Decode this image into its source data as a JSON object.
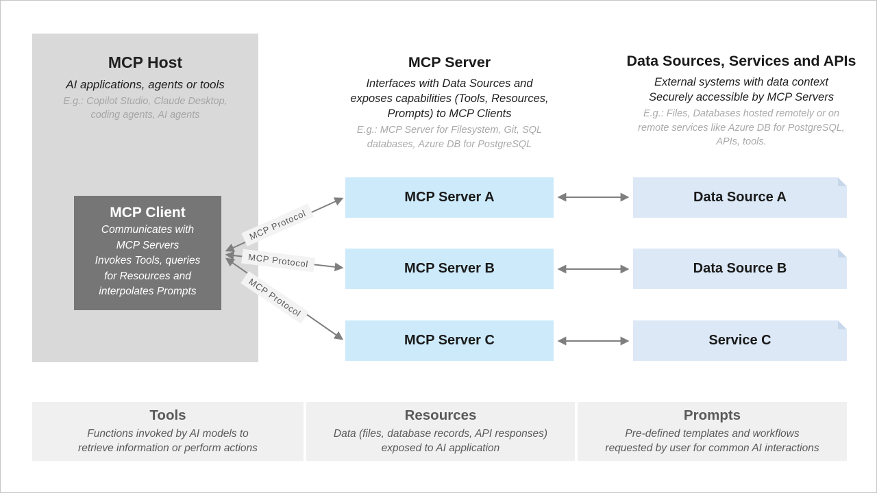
{
  "host": {
    "title": "MCP Host",
    "subtitle": "AI applications, agents or tools",
    "example_lines": [
      "E.g.: Copilot Studio, Claude Desktop,",
      "coding agents, AI agents"
    ],
    "client": {
      "title": "MCP Client",
      "body_lines": [
        "Communicates with",
        "MCP Servers",
        "Invokes Tools, queries",
        "for Resources and",
        "interpolates Prompts"
      ]
    }
  },
  "server_column": {
    "title": "MCP Server",
    "subtitle_lines": [
      "Interfaces with Data Sources and",
      "exposes capabilities (Tools, Resources,",
      "Prompts) to MCP Clients"
    ],
    "example_lines": [
      "E.g.: MCP Server for Filesystem, Git, SQL",
      "databases, Azure DB for PostgreSQL"
    ],
    "boxes": [
      "MCP Server A",
      "MCP Server B",
      "MCP Server C"
    ]
  },
  "datasource_column": {
    "title": "Data Sources, Services and APIs",
    "subtitle_lines": [
      "External systems with data context",
      "Securely accessible by MCP Servers"
    ],
    "example_lines": [
      "E.g.: Files, Databases hosted remotely or on",
      "remote services like Azure DB for PostgreSQL,",
      "APIs, tools."
    ],
    "boxes": [
      "Data Source A",
      "Data Source B",
      "Service C"
    ]
  },
  "protocol_labels": [
    "MCP Protocol",
    "MCP Protocol",
    "MCP Protocol"
  ],
  "bottom_panels": [
    {
      "title": "Tools",
      "body_lines": [
        "Functions invoked by AI models to",
        "retrieve information or perform actions"
      ]
    },
    {
      "title": "Resources",
      "body_lines": [
        "Data (files, database records, API responses)",
        "exposed to AI application"
      ]
    },
    {
      "title": "Prompts",
      "body_lines": [
        "Pre-defined templates and workflows",
        "requested by user for common AI interactions"
      ]
    }
  ],
  "colors": {
    "host_panel": "#d9d9d9",
    "client_box": "#767676",
    "server_box": "#cdeafb",
    "datasource_box": "#dce8f6",
    "bottom_panel": "#f0f0f0",
    "arrow": "#7f7f7f",
    "muted_text": "#a6a6a6",
    "panel_text": "#595959"
  }
}
